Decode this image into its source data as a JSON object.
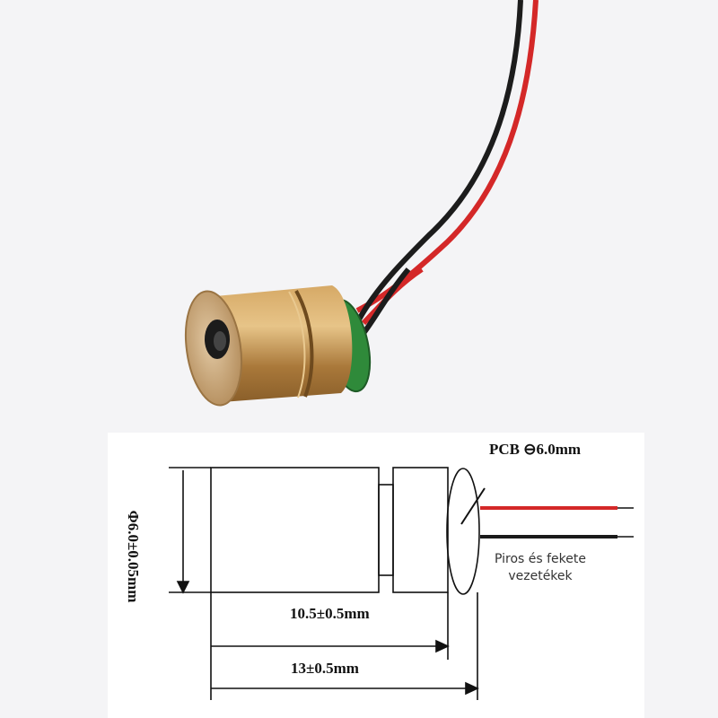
{
  "colors": {
    "background": "#f4f4f6",
    "brass": "#b8894a",
    "pcb_green": "#2f8a3a",
    "wire_red": "#d62a2a",
    "wire_black": "#1a1a1a"
  },
  "photo": {
    "subject": "laser diode module"
  },
  "drawing": {
    "pcb_label": "PCB ⊖6.0mm",
    "diameter_label": "Φ6.0±0.05mm",
    "body_length_label": "10.5±0.5mm",
    "total_length_label": "13±0.5mm",
    "wire_note": "Piros és fekete vezetékek"
  }
}
